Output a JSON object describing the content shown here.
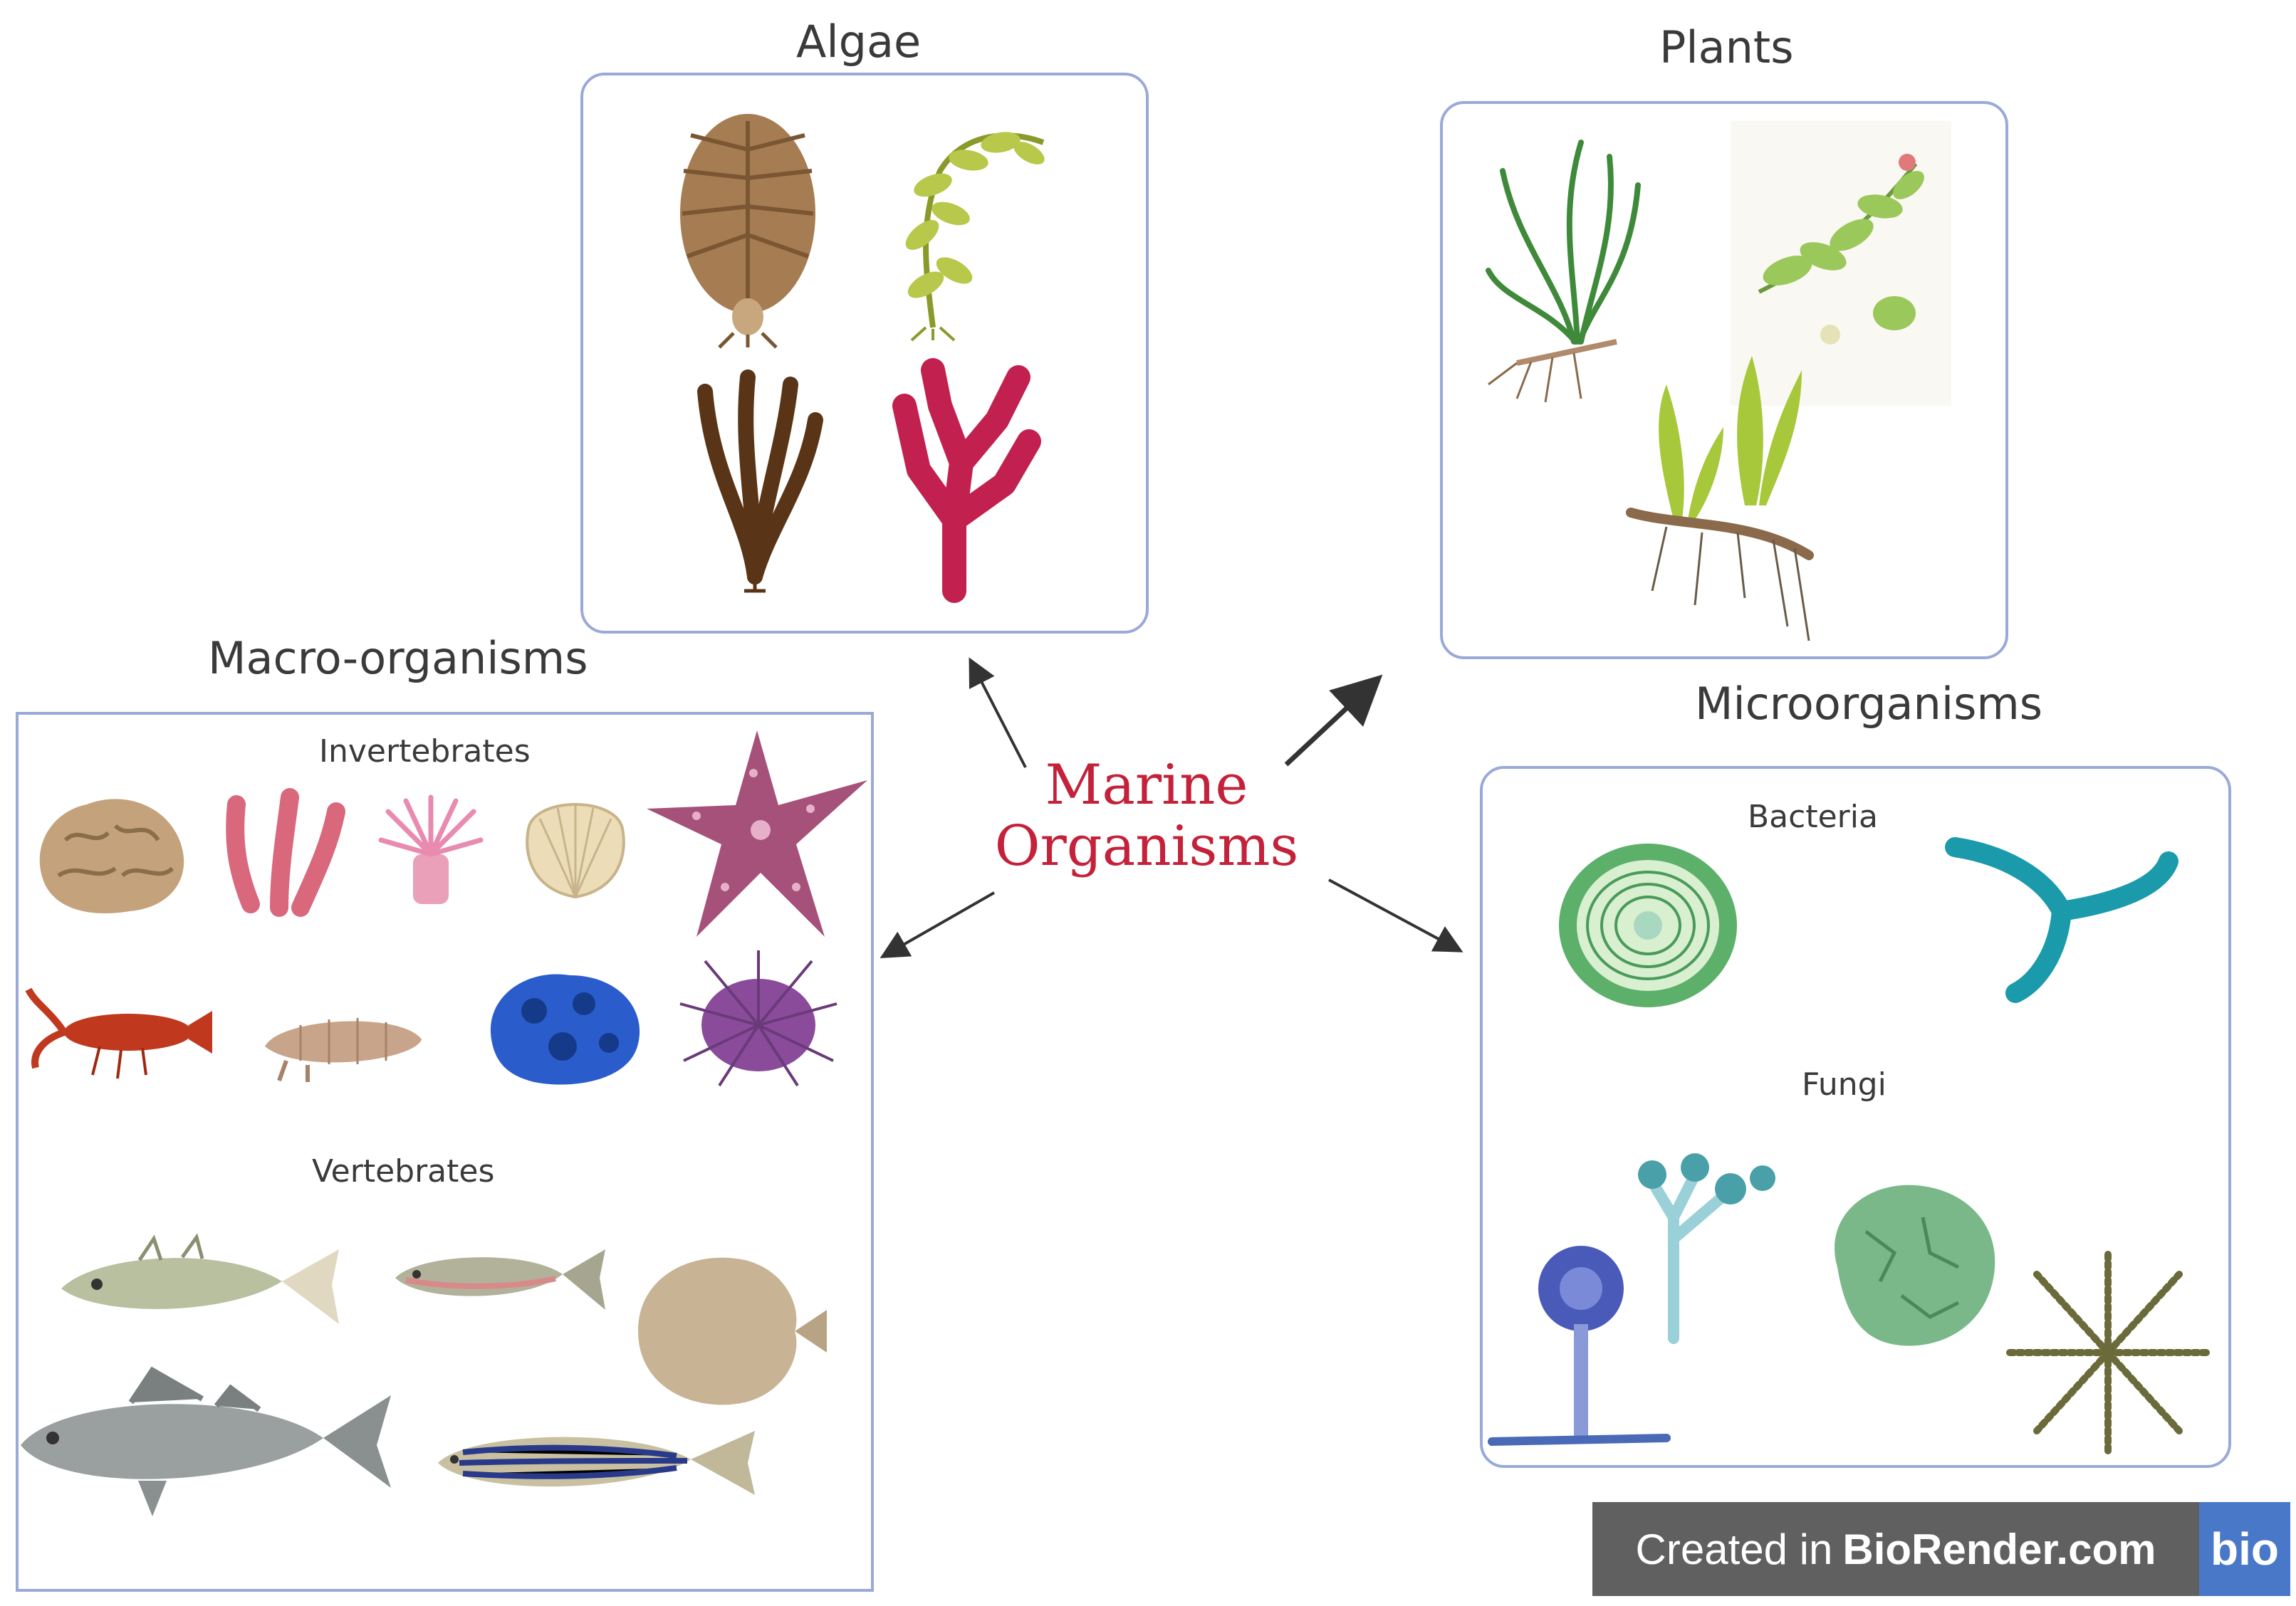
{
  "center": {
    "line1": "Marine",
    "line2": "Organisms"
  },
  "sections": {
    "algae": {
      "title": "Algae"
    },
    "plants": {
      "title": "Plants"
    },
    "macro": {
      "title": "Macro-organisms",
      "invertebrates": "Invertebrates",
      "vertebrates": "Vertebrates"
    },
    "micro": {
      "title": "Microorganisms",
      "bacteria": "Bacteria",
      "fungi": "Fungi"
    }
  },
  "badge": {
    "prefix": "Created in",
    "brand": "BioRender.com",
    "logo": "bio"
  },
  "colors": {
    "box_border": "#9aa9d8",
    "title_red": "#c4213a",
    "arrow": "#333333"
  },
  "icons": [
    "kelp-brown-icon",
    "seaweed-green-icon",
    "kelp-dark-icon",
    "red-algae-icon",
    "seagrass-icon",
    "flowering-plant-icon",
    "rhizome-grass-icon",
    "coral-icon",
    "tube-sponge-icon",
    "anemone-icon",
    "shell-icon",
    "starfish-icon",
    "lobster-icon",
    "sea-slug-icon",
    "blue-sponge-icon",
    "sea-urchin-icon",
    "stickleback-fish-icon",
    "trout-icon",
    "flatfish-icon",
    "sea-bass-icon",
    "zebrafish-icon",
    "bacterium-cell-icon",
    "filament-bacterium-icon",
    "aspergillus-icon",
    "penicillium-icon",
    "lichen-icon",
    "spiral-fungus-icon"
  ]
}
